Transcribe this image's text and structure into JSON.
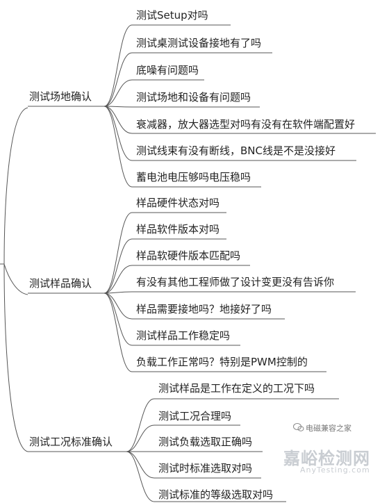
{
  "mindmap": {
    "groups": [
      {
        "label": "测试场地确认",
        "items": [
          "测试Setup对吗",
          "测试桌测试设备接地有了吗",
          "底噪有问题吗",
          "测试场地和设备有问题吗",
          "衰减器，放大器选型对吗有没有在软件端配置好",
          "测试线束有没有断线，BNC线是不是没接好",
          "蓄电池电压够吗电压稳吗"
        ]
      },
      {
        "label": "测试样品确认",
        "items": [
          "样品硬件状态对吗",
          "样品软件版本对吗",
          "样品软硬件版本匹配吗",
          "有没有其他工程师做了设计变更没有告诉你",
          "样品需要接地吗？地接好了吗",
          "测试样品工作稳定吗",
          "负载工作正常吗？特别是PWM控制的"
        ]
      },
      {
        "label": "测试工况标准确认",
        "items": [
          "测试样品是工作在定义的工况下吗",
          "测试工况合理吗",
          "测试负载选取正确吗",
          "测试时标准选取对吗",
          "测试标准的等级选取对吗"
        ]
      }
    ]
  },
  "watermark": {
    "main": "嘉峪检测网",
    "sub": "AnyTesting.com",
    "wechat": "电磁兼容之家"
  },
  "colors": {
    "line": "#555555",
    "text": "#222222",
    "watermark": "#c9cdd2"
  }
}
